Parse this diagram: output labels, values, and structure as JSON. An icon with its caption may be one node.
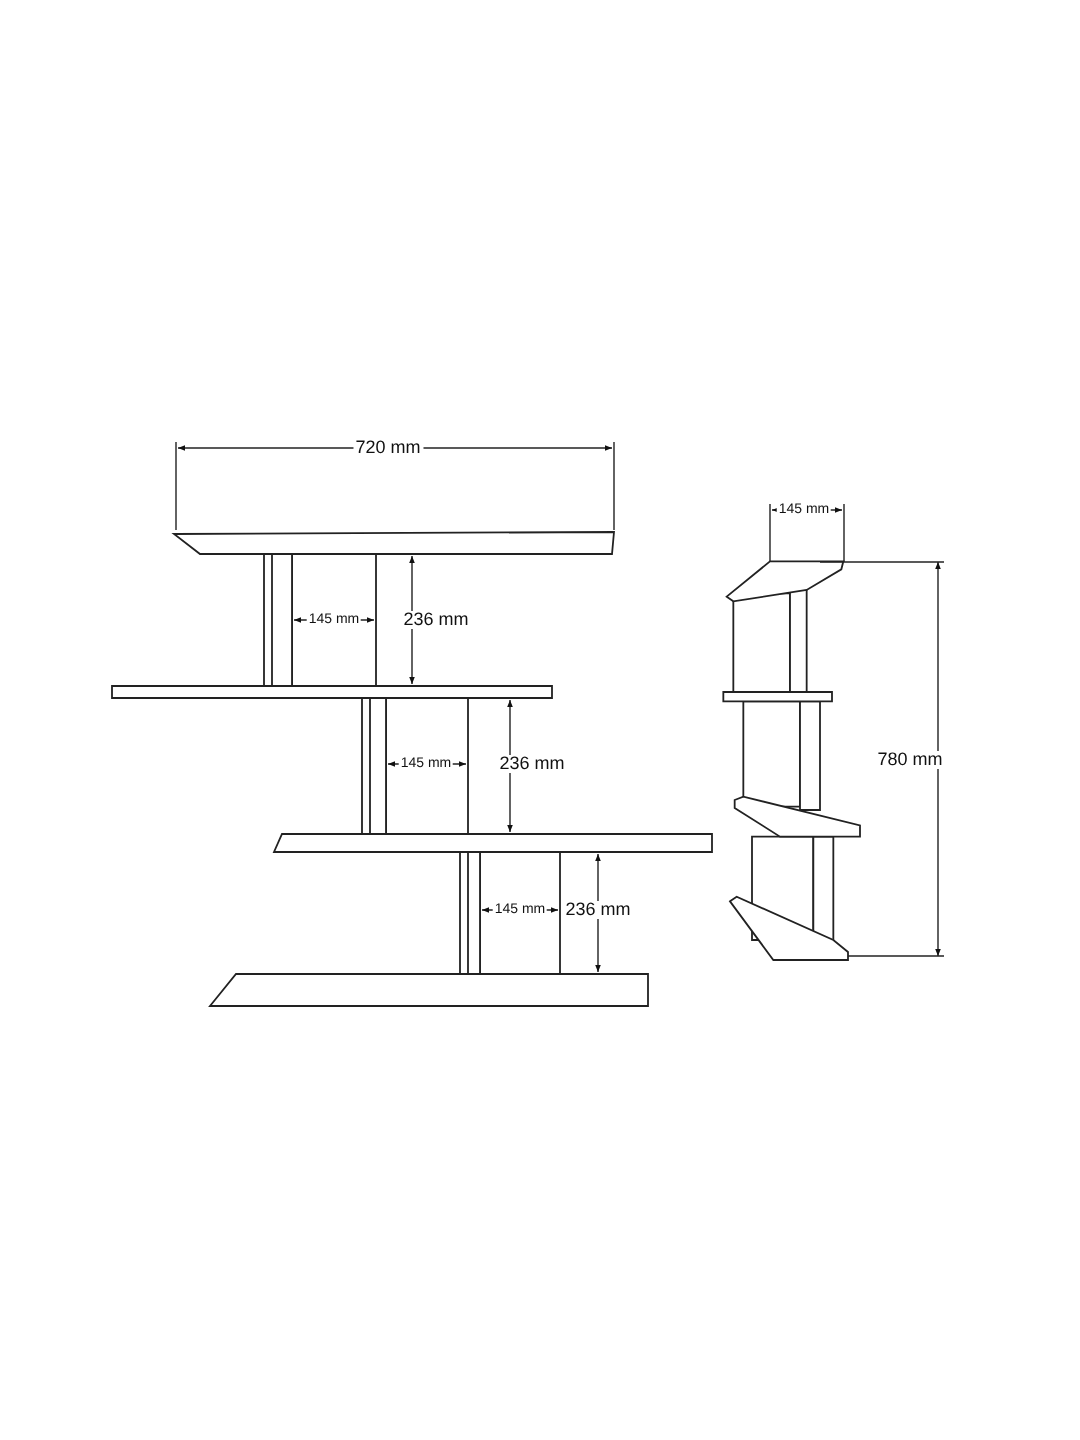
{
  "diagram": {
    "labels": [
      "720 mm",
      "145 mm",
      "145 mm",
      "236 mm",
      "145 mm",
      "236 mm",
      "780 mm",
      "145 mm",
      "236 mm"
    ]
  }
}
